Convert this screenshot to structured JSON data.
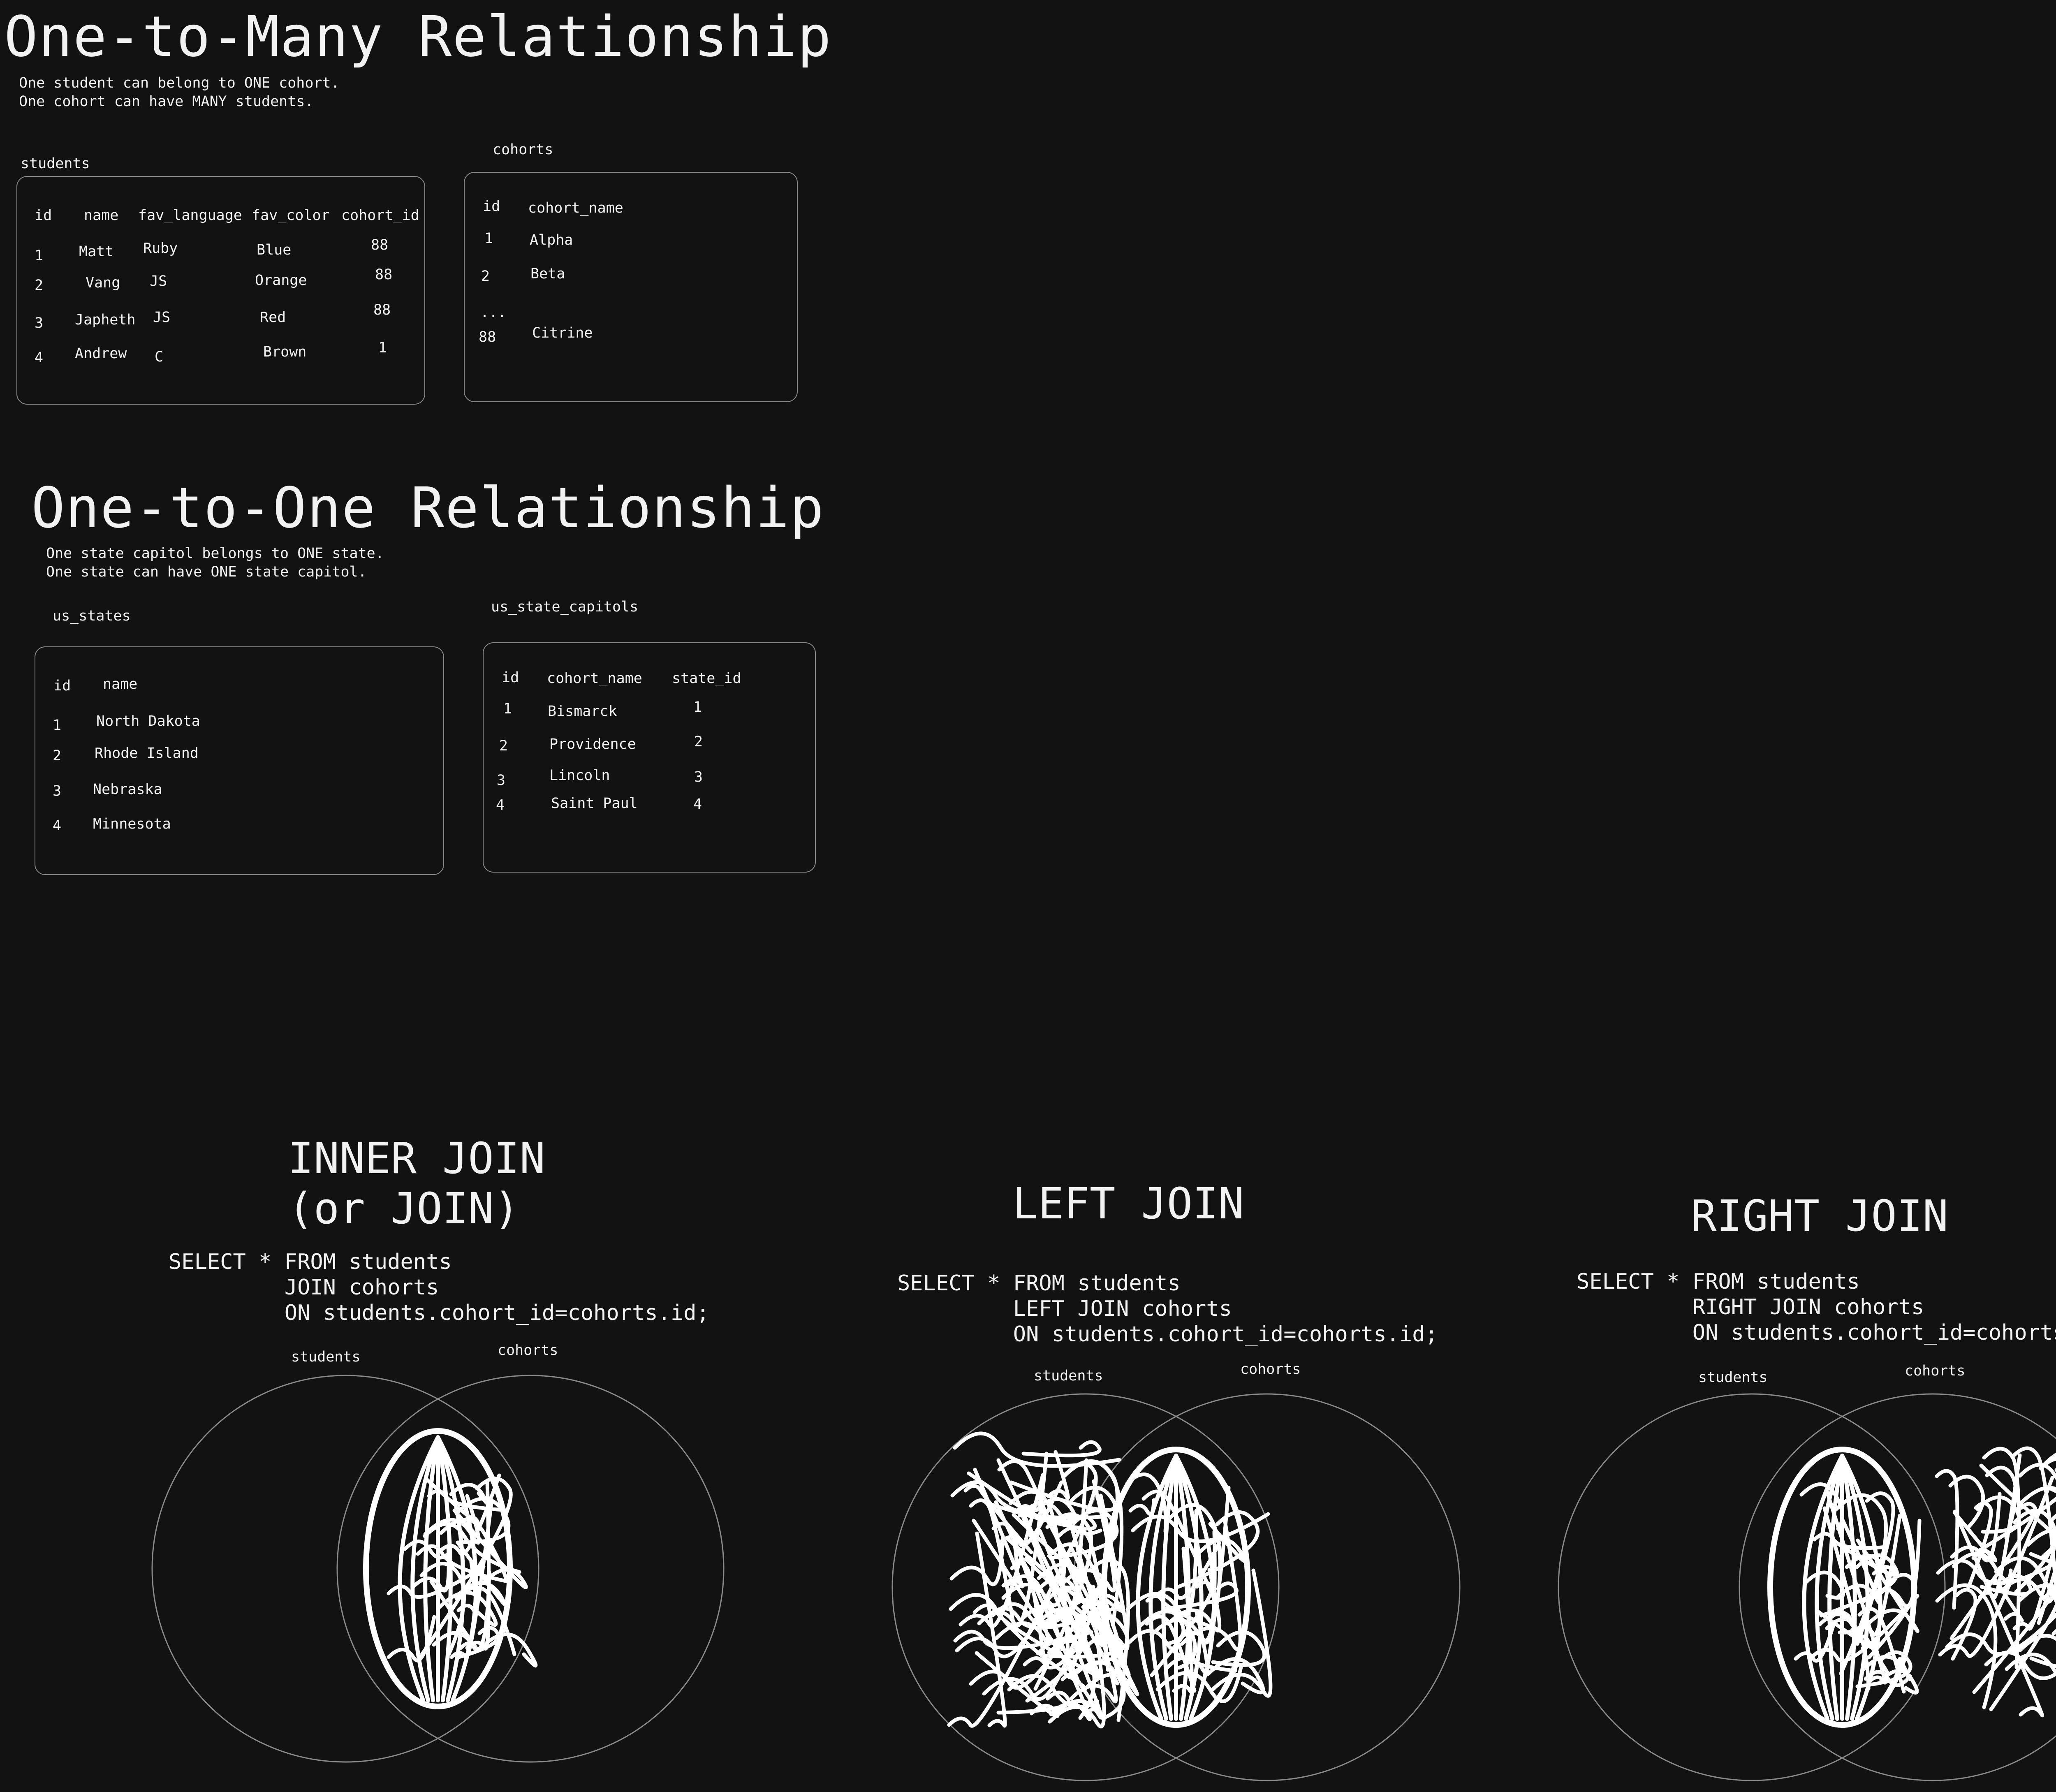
{
  "one_to_many": {
    "title": "One-to-Many Relationship",
    "desc": [
      "One student can belong to ONE cohort.",
      "One cohort can have MANY students."
    ],
    "students": {
      "label": "students",
      "headers": [
        "id",
        "name",
        "fav_language",
        "fav_color",
        "cohort_id"
      ],
      "rows": [
        [
          "1",
          "Matt",
          "Ruby",
          "Blue",
          "88"
        ],
        [
          "2",
          "Vang",
          "JS",
          "Orange",
          "88"
        ],
        [
          "3",
          "Japheth",
          "JS",
          "Red",
          "88"
        ],
        [
          "4",
          "Andrew",
          "C",
          "Brown",
          "1"
        ]
      ]
    },
    "cohorts": {
      "label": "cohorts",
      "headers": [
        "id",
        "cohort_name"
      ],
      "rows": [
        [
          "1",
          "Alpha"
        ],
        [
          "2",
          "Beta"
        ],
        [
          "...",
          ""
        ],
        [
          "88",
          "Citrine"
        ]
      ]
    }
  },
  "one_to_one": {
    "title": "One-to-One Relationship",
    "desc": [
      "One state capitol belongs to ONE state.",
      "One state can have ONE state capitol."
    ],
    "us_states": {
      "label": "us_states",
      "headers": [
        "id",
        "name"
      ],
      "rows": [
        [
          "1",
          "North Dakota"
        ],
        [
          "2",
          "Rhode Island"
        ],
        [
          "3",
          "Nebraska"
        ],
        [
          "4",
          "Minnesota"
        ]
      ]
    },
    "us_state_capitols": {
      "label": "us_state_capitols",
      "headers": [
        "id",
        "cohort_name",
        "state_id"
      ],
      "rows": [
        [
          "1",
          "Bismarck",
          "1"
        ],
        [
          "2",
          "Providence",
          "2"
        ],
        [
          "3",
          "Lincoln",
          "3"
        ],
        [
          "4",
          "Saint Paul",
          "4"
        ]
      ]
    }
  },
  "joins": [
    {
      "title": [
        "INNER JOIN",
        "(or JOIN)"
      ],
      "sql": [
        "SELECT * FROM students",
        "         JOIN cohorts",
        "         ON students.cohort_id=cohorts.id;"
      ],
      "left_label": "students",
      "right_label": "cohorts",
      "shaded": "intersection"
    },
    {
      "title": [
        "LEFT JOIN"
      ],
      "sql": [
        "SELECT * FROM students",
        "         LEFT JOIN cohorts",
        "         ON students.cohort_id=cohorts.id;"
      ],
      "left_label": "students",
      "right_label": "cohorts",
      "shaded": "left"
    },
    {
      "title": [
        "RIGHT JOIN"
      ],
      "sql": [
        "SELECT * FROM students",
        "         RIGHT JOIN cohorts",
        "         ON students.cohort_id=cohorts.id;"
      ],
      "left_label": "students",
      "right_label": "cohorts",
      "shaded": "right"
    }
  ],
  "colors": {
    "background": "#121212",
    "text": "#f2f2f2",
    "outline": "#8a8a8a",
    "scribble": "#ffffff"
  }
}
